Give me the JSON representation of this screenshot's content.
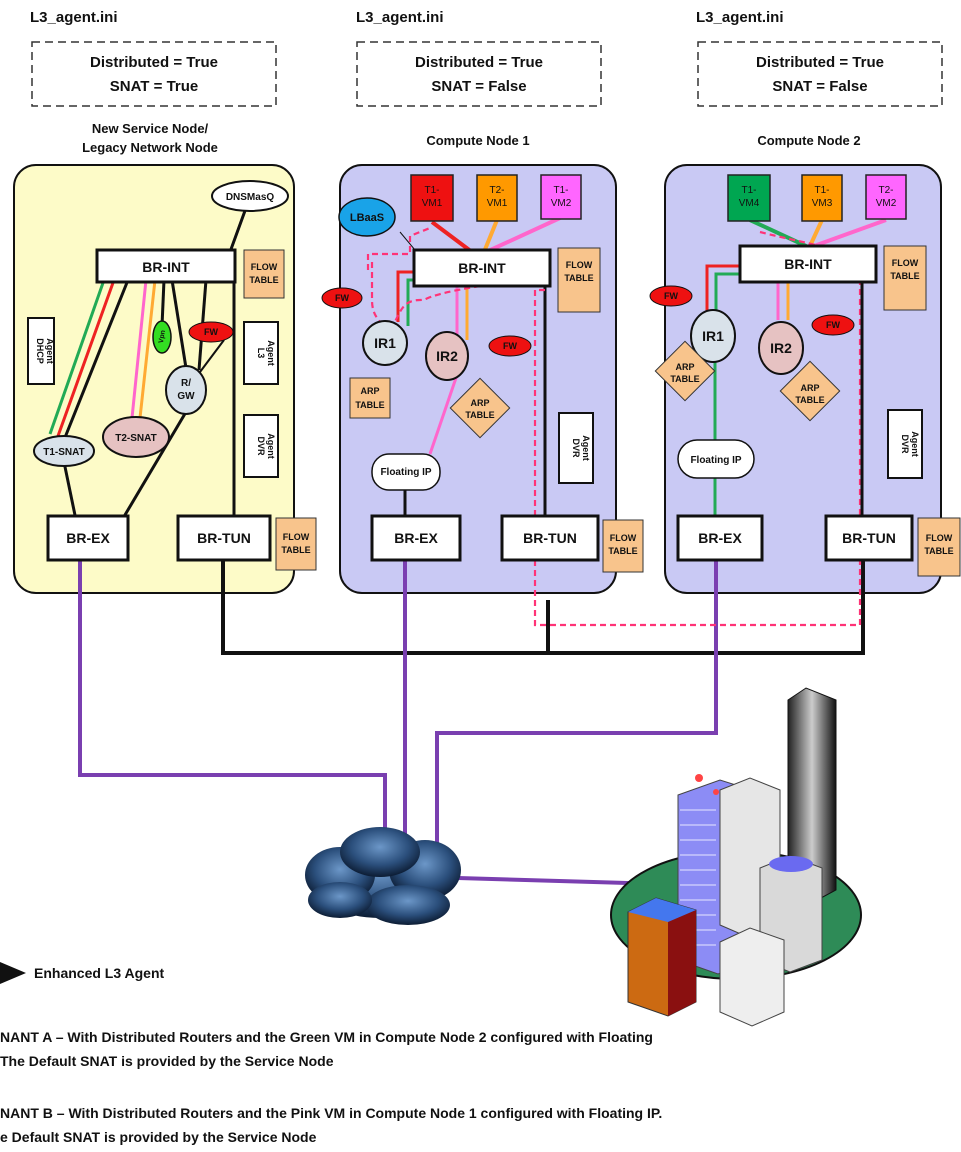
{
  "configs": [
    {
      "file": "L3_agent.ini",
      "line1": "Distributed  = True",
      "line2": "SNAT  = True"
    },
    {
      "file": "L3_agent.ini",
      "line1": "Distributed  = True",
      "line2": "SNAT  = False"
    },
    {
      "file": "L3_agent.ini",
      "line1": "Distributed  = True",
      "line2": "SNAT  = False"
    }
  ],
  "nodes": {
    "service": {
      "title1": "New Service Node/",
      "title2": "Legacy Network Node"
    },
    "compute1": {
      "title": "Compute Node 1"
    },
    "compute2": {
      "title": "Compute Node 2"
    }
  },
  "labels": {
    "br_int": "BR-INT",
    "br_ex": "BR-EX",
    "br_tun": "BR-TUN",
    "flow1": "FLOW",
    "flow2": "TABLE",
    "arp1": "ARP",
    "arp2": "TABLE",
    "dnsmasq": "DNSMasQ",
    "dhcp1": "DHCP",
    "dhcp2": "Agent",
    "l3a1": "L3",
    "l3a2": "Agent",
    "dvr1": "DVR",
    "dvr2": "Agent",
    "t1snat": "T1-SNAT",
    "t2snat": "T2-SNAT",
    "rgw1": "R/",
    "rgw2": "GW",
    "vpn": "Vpn",
    "fw": "FW",
    "lbaas": "LBaaS",
    "ir1": "IR1",
    "ir2": "IR2",
    "floating": "Floating IP"
  },
  "vms": {
    "c1": [
      {
        "l1": "T1-",
        "l2": "VM1",
        "color": "#ff0000"
      },
      {
        "l1": "T2-",
        "l2": "VM1",
        "color": "#ff9900"
      },
      {
        "l1": "T1-",
        "l2": "VM2",
        "color": "#ff66ff"
      }
    ],
    "c2": [
      {
        "l1": "T1-",
        "l2": "VM4",
        "color": "#00a651"
      },
      {
        "l1": "T1-",
        "l2": "VM3",
        "color": "#ff9900"
      },
      {
        "l1": "T2-",
        "l2": "VM2",
        "color": "#ff66ff"
      }
    ]
  },
  "legend": {
    "agent": "Enhanced L3 Agent",
    "tenantA1": "NANT A – With Distributed Routers and the Green VM in Compute Node 2 configured with Floating",
    "tenantA2": "The Default SNAT is provided by the Service Node",
    "tenantB1": "NANT B – With Distributed Routers and the Pink VM in Compute Node 1 configured with Floating IP.",
    "tenantB2": "e Default SNAT is provided by the Service Node"
  },
  "colors": {
    "service_bg": "#fdfbc8",
    "compute_bg": "#c9c9f4",
    "orange_box": "#f8c48c",
    "fw": "#ff1a1a",
    "lbaas": "#19a3e8",
    "router": "#d9e2ea",
    "ir2": "#e6c2c2",
    "purple_link": "#7a3fb0",
    "pink_dashed": "#ff3377",
    "green": "#22aa55",
    "red": "#ee2222",
    "pink": "#ff66cc",
    "orange": "#ffaa33"
  }
}
